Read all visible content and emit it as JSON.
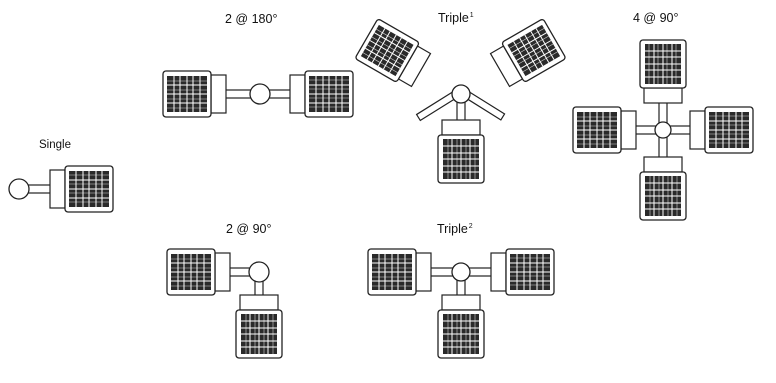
{
  "labels": {
    "single": "Single",
    "two_180": "2 @ 180°",
    "triple1": "Triple",
    "triple1_sup": "1",
    "four_90": "4 @ 90°",
    "two_90": "2 @ 90°",
    "triple2": "Triple",
    "triple2_sup": "2"
  },
  "colors": {
    "line": "#222222",
    "fixture_dark": "#2a2a2a",
    "background": "#ffffff"
  },
  "icons": {
    "pole": "pole-icon",
    "fixture": "floodlight-fixture-icon",
    "arm": "mounting-arm-icon"
  }
}
